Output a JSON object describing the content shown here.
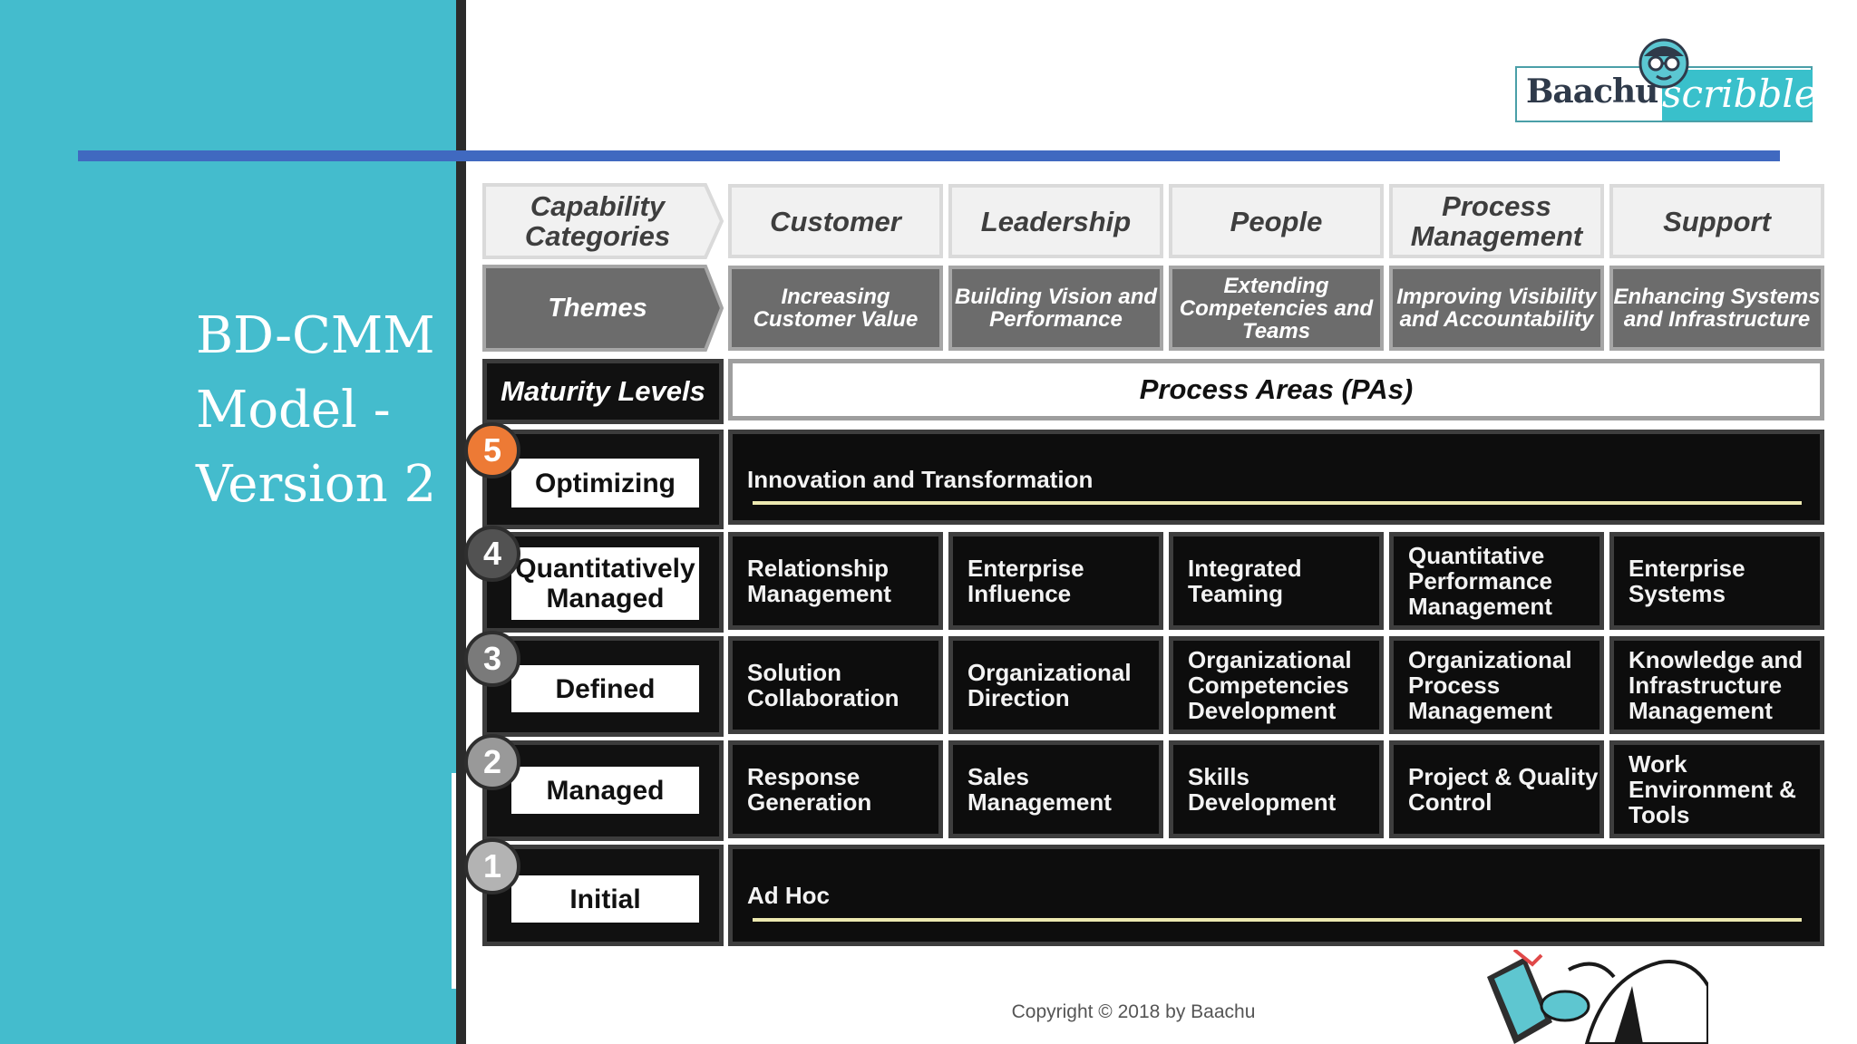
{
  "slide": {
    "title_lines": [
      "BD-CMM",
      "Model -",
      "Version 2"
    ],
    "copyright": "Copyright © 2018 by Baachu"
  },
  "logo": {
    "brand": "Baachu",
    "script": "scribble",
    "icon": "glasses-face-icon"
  },
  "matrix": {
    "row_labels": {
      "categories": "Capability Categories",
      "themes": "Themes",
      "maturity": "Maturity Levels"
    },
    "process_areas_title": "Process Areas (PAs)",
    "categories": [
      "Customer",
      "Leadership",
      "People",
      "Process Management",
      "Support"
    ],
    "themes": [
      "Increasing Customer Value",
      "Building Vision and Performance",
      "Extending Competencies and Teams",
      "Improving Visibility and Accountability",
      "Enhancing Systems and Infrastructure"
    ],
    "levels": [
      {
        "number": "5",
        "name": "Optimizing",
        "color": "#ed7a35",
        "process_areas": [
          "Innovation and Transformation"
        ]
      },
      {
        "number": "4",
        "name": "Quantitatively Managed",
        "color": "#525252",
        "process_areas": [
          "Relationship Management",
          "Enterprise Influence",
          "Integrated Teaming",
          "Quantitative Performance Management",
          "Enterprise Systems"
        ]
      },
      {
        "number": "3",
        "name": "Defined",
        "color": "#7a7a7a",
        "process_areas": [
          "Solution Collaboration",
          "Organizational Direction",
          "Organizational Competencies Development",
          "Organizational Process Management",
          "Knowledge and Infrastructure Management"
        ]
      },
      {
        "number": "2",
        "name": "Managed",
        "color": "#999999",
        "process_areas": [
          "Response Generation",
          "Sales Management",
          "Skills Development",
          "Project & Quality Control",
          "Work Environment & Tools"
        ]
      },
      {
        "number": "1",
        "name": "Initial",
        "color": "#b3b3b3",
        "process_areas": [
          "Ad Hoc"
        ]
      }
    ]
  },
  "colors": {
    "teal_panel": "#44bccd",
    "accent_bar": "#4069c0",
    "rule": "#ece8b0"
  }
}
